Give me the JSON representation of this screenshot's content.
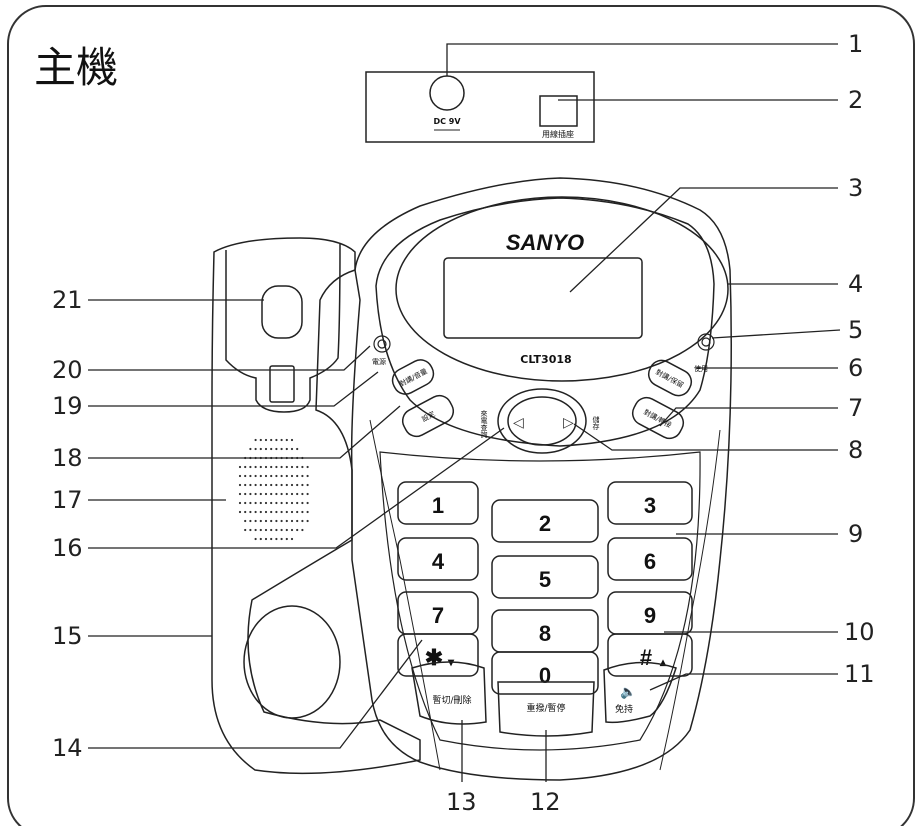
{
  "page": {
    "title": "主機",
    "border_color": "#333333",
    "line_color": "#222222"
  },
  "rear_panel": {
    "power_jack_label": "DC 9V",
    "line_jack_label": "用線插座"
  },
  "phone": {
    "brand": "SANYO",
    "model": "CLT3018",
    "power_led_label": "電源",
    "in_use_led_label": "使用",
    "left_button_upper": "對講/音量",
    "left_button_lower": "設定",
    "right_button_upper": "對講/保留",
    "right_button_lower": "對講/轉接",
    "nav_left_label": "來電查詢",
    "nav_right_label": "儲存",
    "keypad": [
      {
        "main": "1",
        "sub": ""
      },
      {
        "main": "2",
        "sub": ""
      },
      {
        "main": "3",
        "sub": ""
      },
      {
        "main": "4",
        "sub": ""
      },
      {
        "main": "5",
        "sub": ""
      },
      {
        "main": "6",
        "sub": ""
      },
      {
        "main": "7",
        "sub": ""
      },
      {
        "main": "8",
        "sub": ""
      },
      {
        "main": "9",
        "sub": ""
      },
      {
        "main": "✱",
        "sub": "▾"
      },
      {
        "main": "0",
        "sub": ""
      },
      {
        "main": "#",
        "sub": "▴"
      }
    ],
    "bottom_buttons": {
      "left": "暫切/刪除",
      "center": "重撥/暫停",
      "right_icon": "speaker-icon",
      "right_label": "免持"
    }
  },
  "callouts": {
    "c1": "1",
    "c2": "2",
    "c3": "3",
    "c4": "4",
    "c5": "5",
    "c6": "6",
    "c7": "7",
    "c8": "8",
    "c9": "9",
    "c10": "10",
    "c11": "11",
    "c12": "12",
    "c13": "13",
    "c14": "14",
    "c15": "15",
    "c16": "16",
    "c17": "17",
    "c18": "18",
    "c19": "19",
    "c20": "20",
    "c21": "21"
  }
}
